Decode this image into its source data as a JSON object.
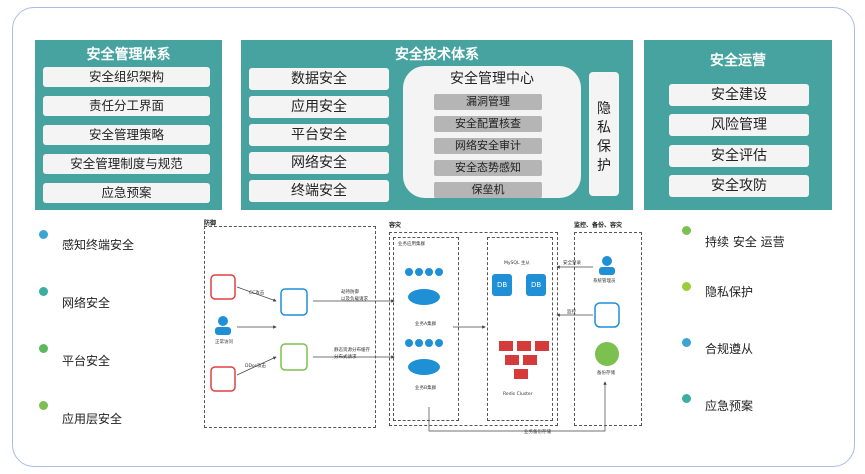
{
  "management": {
    "title": "安全管理体系",
    "items": [
      "安全组织架构",
      "责任分工界面",
      "安全管理策略",
      "安全管理制度与规范",
      "应急预案"
    ]
  },
  "technical": {
    "title": "安全技术体系",
    "items": [
      "数据安全",
      "应用安全",
      "平台安全",
      "网络安全",
      "终端安全"
    ],
    "center": {
      "title": "安全管理中心",
      "items": [
        "漏洞管理",
        "安全配置核查",
        "网络安全审计",
        "安全态势感知",
        "保垒机"
      ]
    },
    "privacy": [
      "隐",
      "私",
      "保",
      "护"
    ]
  },
  "operations": {
    "title": "安全运营",
    "items": [
      "安全建设",
      "风险管理",
      "安全评估",
      "安全攻防"
    ]
  },
  "left_bullets": [
    {
      "label": "感知终端安全",
      "color": "#3da3d0"
    },
    {
      "label": "网络安全",
      "color": "#3aaea0"
    },
    {
      "label": "平台安全",
      "color": "#5cb85c"
    },
    {
      "label": "应用层安全",
      "color": "#7cc04f"
    }
  ],
  "right_bullets": [
    {
      "label": "持续 安全 运营",
      "color": "#7cc04f"
    },
    {
      "label": "隐私保护",
      "color": "#9ccc3a"
    },
    {
      "label": "合规遵从",
      "color": "#3da3d0"
    },
    {
      "label": "应急预案",
      "color": "#3aaea0"
    }
  ],
  "diagram": {
    "zones": {
      "defense": "防御",
      "disaster": "容灾",
      "monitor": "监控、备份、容灾"
    },
    "labels": {
      "cc": "CC攻击",
      "normal": "正常访问",
      "ddos": "DDos攻击",
      "hijack": "劫持防御",
      "hijack2": "以及负载请求",
      "static": "静态资源分布缓存",
      "distributed": "分布式请求",
      "cluster": "业务应用集群",
      "cluster_a": "业务A集群",
      "cluster_b": "业务B集群",
      "mysql": "MySQL 主从",
      "db": "DB",
      "redis": "Redis Cluster",
      "login": "安全登录",
      "admin": "系统管理员",
      "monitor_conn": "监控",
      "backup_storage": "备份存储",
      "business_backup": "业务备份存储"
    }
  }
}
